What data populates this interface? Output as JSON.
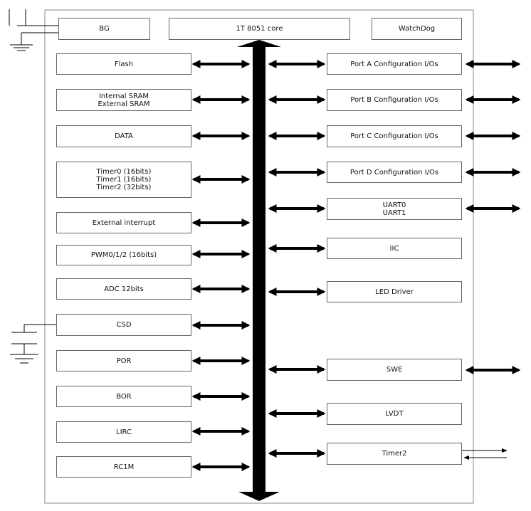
{
  "colors": {
    "stroke": "#000000",
    "box_border": "#666666",
    "text": "#111111",
    "background": "#ffffff"
  },
  "top": {
    "bg": "BG",
    "core": "1T 8051 core",
    "watchdog": "WatchDog"
  },
  "left_blocks": {
    "flash": [
      "Flash"
    ],
    "sram": [
      "Internal SRAM",
      "External SRAM"
    ],
    "data": [
      "DATA"
    ],
    "timers": [
      "Timer0 (16bits)",
      "Timer1 (16bits)",
      "Timer2 (32bits)"
    ],
    "ext_int": [
      "External interrupt"
    ],
    "pwm": [
      "PWM0/1/2 (16bits)"
    ],
    "adc": [
      "ADC 12bits"
    ],
    "csd": [
      "CSD"
    ],
    "por": [
      "POR"
    ],
    "bor": [
      "BOR"
    ],
    "lirc": [
      "LIRC"
    ],
    "rc1m": [
      "RC1M"
    ]
  },
  "right_blocks": {
    "port_a": [
      "Port A Configuration I/Os"
    ],
    "port_b": [
      "Port B Configuration I/Os"
    ],
    "port_c": [
      "Port C Configuration I/Os"
    ],
    "port_d": [
      "Port D Configuration I/Os"
    ],
    "uart": [
      "UART0",
      "UART1"
    ],
    "iic": [
      "IIC"
    ],
    "led": [
      "LED Driver"
    ],
    "swe": [
      "SWE"
    ],
    "lvdt": [
      "LVDT"
    ],
    "timer2": [
      "Timer2"
    ]
  }
}
